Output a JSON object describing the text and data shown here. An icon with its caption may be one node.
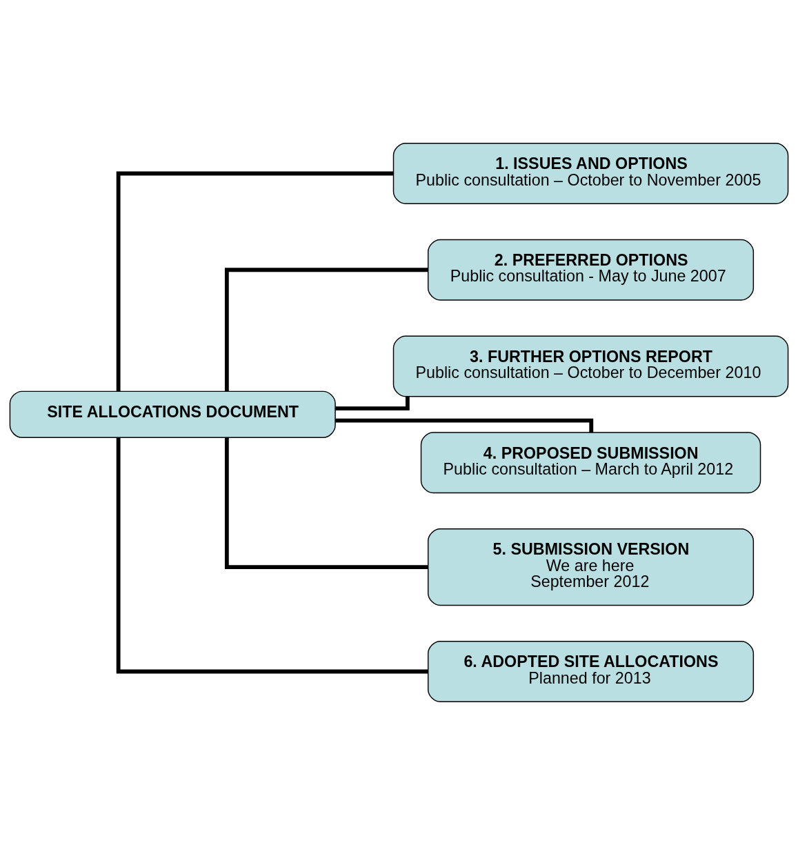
{
  "diagram": {
    "nodes": [
      {
        "text": [
          "SITE ALLOCATIONS DOCUMENT"
        ]
      },
      {
        "text": [
          "1. ISSUES AND OPTIONS",
          "Public consultation – October to November 2005"
        ]
      },
      {
        "text": [
          "2. PREFERRED OPTIONS",
          "Public consultation - May to June 2007"
        ]
      },
      {
        "text": [
          "3. FURTHER OPTIONS REPORT",
          "Public consultation – October to December 2010"
        ]
      },
      {
        "text": [
          "4. PROPOSED SUBMISSION",
          "Public consultation – March to April 2012"
        ]
      },
      {
        "text": [
          "5. SUBMISSION VERSION",
          "We are here",
          "September 2012"
        ]
      },
      {
        "text": [
          "6. ADOPTED SITE ALLOCATIONS",
          "Planned for 2013"
        ]
      }
    ],
    "edges": [
      {
        "from": 0,
        "to": 1,
        "arrow": "none"
      },
      {
        "from": 0,
        "to": 2,
        "arrow": "none"
      },
      {
        "from": 0,
        "to": 3,
        "arrow": "none"
      },
      {
        "from": 0,
        "to": 4,
        "arrow": "none"
      },
      {
        "from": 0,
        "to": 5,
        "arrow": "none"
      },
      {
        "from": 0,
        "to": 6,
        "arrow": "none"
      }
    ]
  }
}
